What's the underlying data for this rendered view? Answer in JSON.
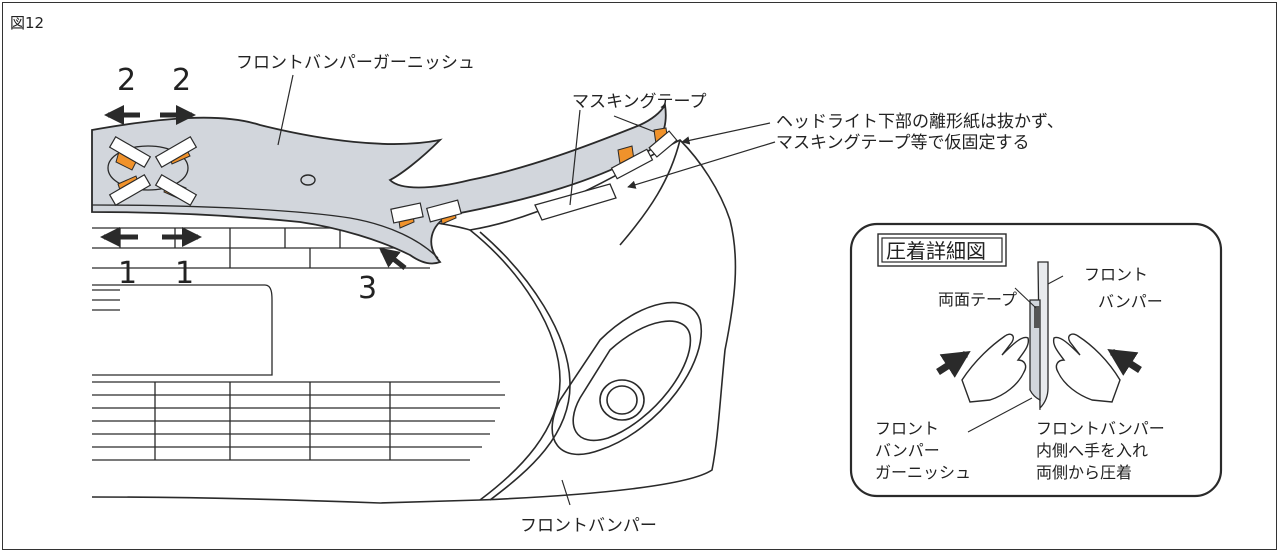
{
  "figure": {
    "number": "図12"
  },
  "labels": {
    "garnish": "フロントバンパーガーニッシュ",
    "masking_tape": "マスキングテープ",
    "headlight_note_line1": "ヘッドライト下部の離形紙は抜かず、",
    "headlight_note_line2": "マスキングテープ等で仮固定する",
    "front_bumper": "フロントバンパー"
  },
  "steps": {
    "left_top": "2",
    "right_top": "2",
    "left_bottom": "1",
    "right_bottom": "1",
    "side": "3"
  },
  "inset": {
    "title": "圧着詳細図",
    "double_tape": "両面テープ",
    "bumper_line1": "フロント",
    "bumper_line2": "バンパー",
    "garnish_line1": "フロント",
    "garnish_line2": "バンパー",
    "garnish_line3": "ガーニッシュ",
    "press_line1": "フロントバンパー",
    "press_line2": "内側へ手を入れ",
    "press_line3": "両側から圧着"
  },
  "colors": {
    "garnish_fill": "#d2d6dc",
    "tab_orange": "#f0922b",
    "line": "#2a2a2a"
  }
}
